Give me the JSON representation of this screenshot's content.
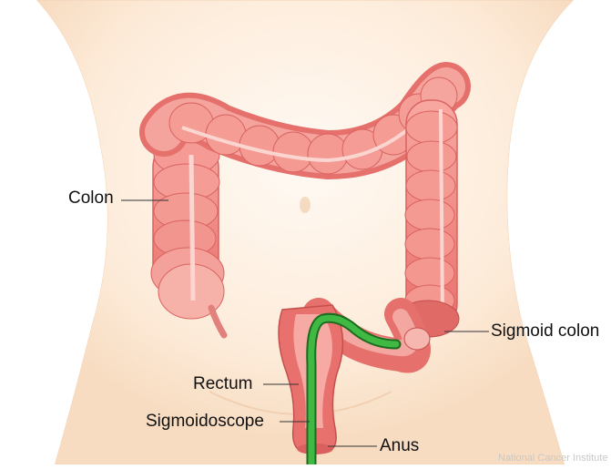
{
  "labels": {
    "colon": "Colon",
    "sigmoid_colon": "Sigmoid colon",
    "rectum": "Rectum",
    "sigmoidoscope": "Sigmoidoscope",
    "anus": "Anus"
  },
  "credit": "National Cancer Institute",
  "colors": {
    "skin": "#fbe7d3",
    "skin_edge": "#f3d2b4",
    "colon": "#f08a86",
    "colon_dark": "#d9605e",
    "colon_light": "#f9b6ae",
    "scope": "#2f9e33",
    "scope_dark": "#1c6b1f"
  }
}
